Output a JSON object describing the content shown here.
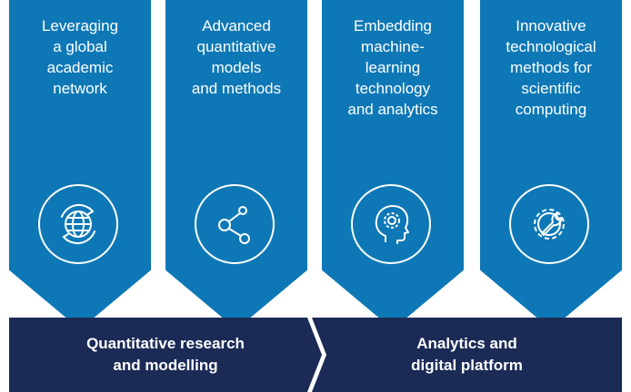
{
  "colors": {
    "column_blue": "#0e78b6",
    "bar_navy": "#1b2b56",
    "text_white": "#ffffff"
  },
  "columns": [
    {
      "title": "Leveraging\na global\nacademic\nnetwork",
      "icon": "globe-refresh-icon"
    },
    {
      "title": "Advanced\nquantitative\nmodels\nand methods",
      "icon": "node-network-icon"
    },
    {
      "title": "Embedding\nmachine-\nlearning\ntechnology\nand analytics",
      "icon": "head-gear-icon"
    },
    {
      "title": "Innovative\ntechnological\nmethods for\nscientific\ncomputing",
      "icon": "gear-wrench-icon"
    }
  ],
  "bars": [
    {
      "label": "Quantitative research\nand modelling"
    },
    {
      "label": "Analytics and\ndigital platform"
    }
  ]
}
